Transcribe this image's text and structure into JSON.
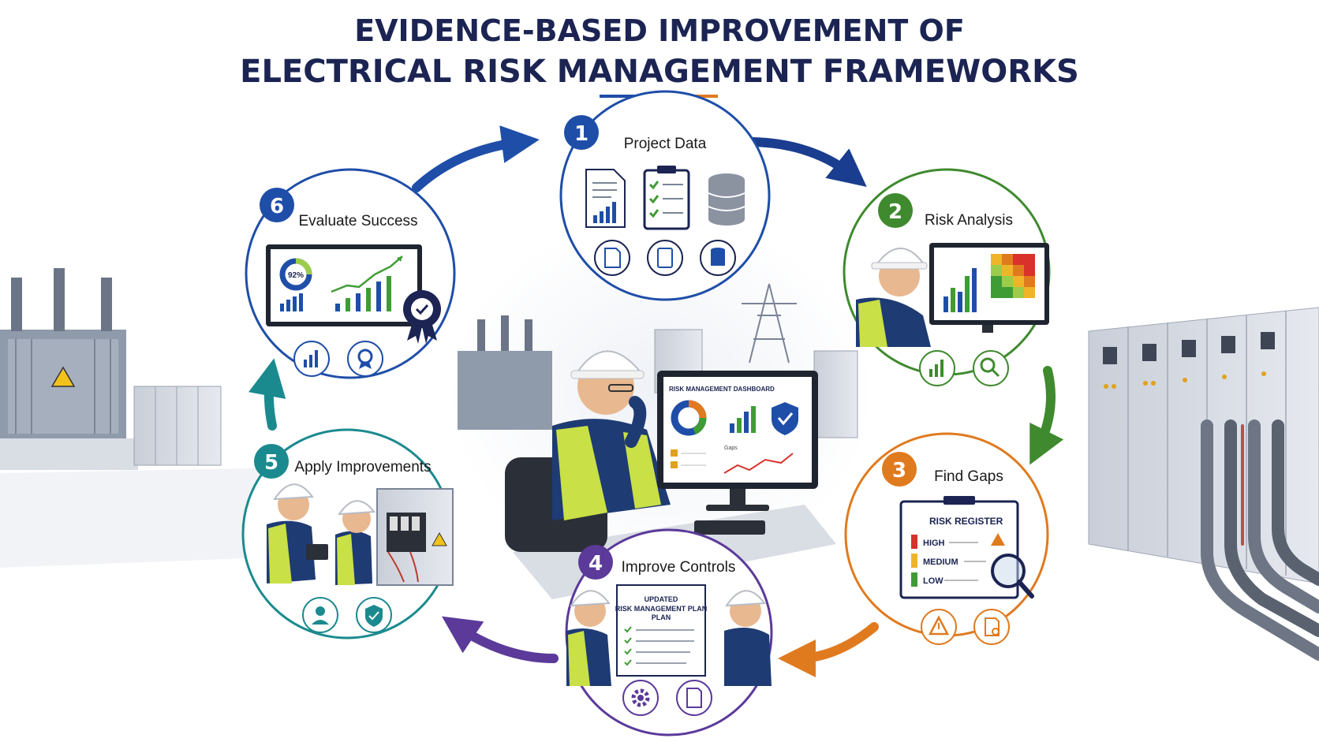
{
  "title": {
    "line1": "EVIDENCE-BASED IMPROVEMENT OF",
    "line2": "ELECTRICAL RISK MANAGEMENT FRAMEWORKS"
  },
  "colors": {
    "navy": "#1b2452",
    "blue": "#1f4ea8",
    "green": "#3f8a2e",
    "orange": "#e07a1f",
    "purple": "#5b3a9a",
    "teal": "#1b8a8f",
    "hi_vis": "#c9e046"
  },
  "steps": [
    {
      "number": "1",
      "label": "Project Data",
      "icons": [
        "document-icon",
        "clipboard-checklist-icon",
        "database-icon"
      ]
    },
    {
      "number": "2",
      "label": "Risk Analysis",
      "icons": [
        "growth-chart-icon",
        "magnifier-icon"
      ]
    },
    {
      "number": "3",
      "label": "Find Gaps",
      "icons": [
        "warning-icon",
        "document-search-icon"
      ]
    },
    {
      "number": "4",
      "label": "Improve Controls",
      "icons": [
        "gear-icon",
        "document-edit-icon"
      ]
    },
    {
      "number": "5",
      "label": "Apply Improvements",
      "icons": [
        "worker-icon",
        "shield-check-icon"
      ]
    },
    {
      "number": "6",
      "label": "Evaluate Success",
      "icons": [
        "growth-chart-icon",
        "award-badge-icon"
      ]
    }
  ],
  "center": {
    "dashboard_title": "RISK MANAGEMENT DASHBOARD",
    "panel_label": "Gaps"
  },
  "evaluate": {
    "gauge_value": "92%"
  },
  "register": {
    "title": "RISK REGISTER",
    "rows": [
      {
        "level": "HIGH",
        "color": "#d9322b"
      },
      {
        "level": "MEDIUM",
        "color": "#f0b429"
      },
      {
        "level": "LOW",
        "color": "#3f9c35"
      }
    ]
  },
  "plan": {
    "line1": "UPDATED",
    "line2": "RISK MANAGEMENT PLAN",
    "line3": "PLAN"
  }
}
